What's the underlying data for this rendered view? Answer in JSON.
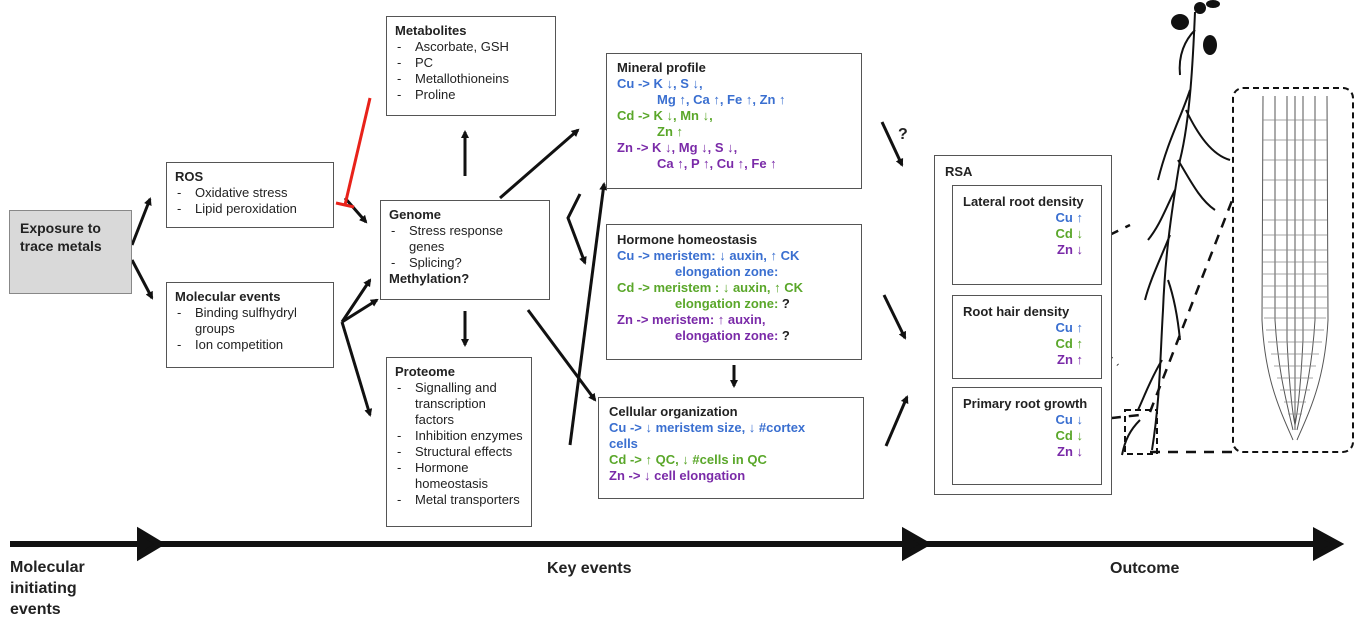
{
  "exposure": {
    "label": "Exposure to trace metals"
  },
  "ros": {
    "title": "ROS",
    "items": [
      "Oxidative stress",
      "Lipid peroxidation"
    ]
  },
  "molecular": {
    "title": "Molecular events",
    "items": [
      "Binding sulfhydryl groups",
      "Ion competition"
    ]
  },
  "metabolites": {
    "title": "Metabolites",
    "items": [
      "Ascorbate, GSH",
      "PC",
      "Metallothioneins",
      "Proline"
    ]
  },
  "genome": {
    "title": "Genome",
    "items": [
      "Stress response genes",
      "Splicing?"
    ],
    "extra": "Methylation?"
  },
  "proteome": {
    "title": "Proteome",
    "items": [
      "Signalling and transcription factors",
      "Inhibition enzymes",
      "Structural effects",
      "Hormone homeostasis",
      "Metal transporters"
    ]
  },
  "mineral": {
    "title": "Mineral profile",
    "cu1": "Cu -> K ↓, S ↓,",
    "cu2": "Mg ↑, Ca ↑, Fe ↑, Zn ↑",
    "cd1": "Cd -> K ↓, Mn ↓,",
    "cd2": "Zn ↑",
    "zn1": "Zn -> K ↓, Mg ↓, S ↓,",
    "zn2": "Ca ↑, P ↑, Cu ↑, Fe ↑"
  },
  "hormone": {
    "title": "Hormone homeostasis",
    "cu1": "Cu  -> meristem: ↓  auxin, ↑ CK",
    "cu2": "elongation zone:",
    "cd1": "Cd -> meristem : ↓  auxin, ↑ CK",
    "cd2": "elongation zone:",
    "cd2q": "?",
    "zn1": "Zn -> meristem: ↑  auxin,",
    "zn2": "elongation zone:",
    "zn2q": "?"
  },
  "cellular": {
    "title": "Cellular organization",
    "cu1": "Cu -> ↓ meristem size, ↓ #cortex",
    "cu2": "cells",
    "cd": "Cd -> ↑ QC, ↓ #cells in QC",
    "zn": "Zn -> ↓ cell elongation"
  },
  "question_mark": "?",
  "rsa": {
    "title": "RSA",
    "lateral": {
      "title": "Lateral root density",
      "cu": "Cu ↑",
      "cd": "Cd ↓",
      "zn": "Zn ↓"
    },
    "hair": {
      "title": "Root hair density",
      "cu": "Cu ↑",
      "cd": "Cd ↑",
      "zn": "Zn ↑"
    },
    "primary": {
      "title": "Primary root growth",
      "cu": "Cu ↓",
      "cd": "Cd ↓",
      "zn": "Zn ↓"
    }
  },
  "timeline": {
    "molecular": "Molecular initiating events",
    "key": "Key events",
    "outcome": "Outcome"
  },
  "colors": {
    "cu": "#3a6fd0",
    "cd": "#5aa72a",
    "zn": "#7a2aa8",
    "inhibit": "#e8221a",
    "exposure_bg": "#d9d9d9"
  }
}
